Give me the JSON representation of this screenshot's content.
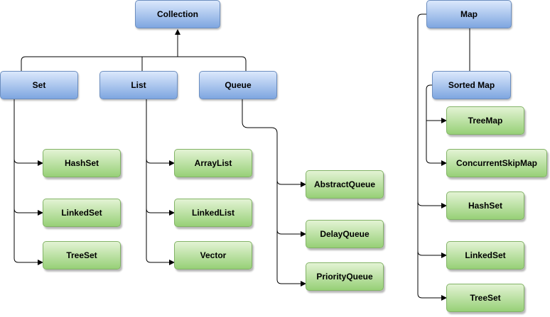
{
  "colors": {
    "interface_fill_top": "#dbe8fc",
    "interface_fill_bottom": "#7ea6e0",
    "interface_border": "#6c8ebf",
    "impl_fill_top": "#e3f3d4",
    "impl_fill_bottom": "#97d077",
    "impl_border": "#82b366",
    "connector": "#000000"
  },
  "nodes": {
    "collection": "Collection",
    "set": "Set",
    "list": "List",
    "queue": "Queue",
    "hashset": "HashSet",
    "linkedset": "LinkedSet",
    "treeset": "TreeSet",
    "arraylist": "ArrayList",
    "linkedlist": "LinkedList",
    "vector": "Vector",
    "abstractqueue": "AbstractQueue",
    "delayqueue": "DelayQueue",
    "priorityqueue": "PriorityQueue",
    "map": "Map",
    "sortedmap": "Sorted Map",
    "treemap": "TreeMap",
    "concurrentskipmap": "ConcurrentSkipMap",
    "map_hashset": "HashSet",
    "map_linkedset": "LinkedSet",
    "map_treeset": "TreeSet"
  }
}
